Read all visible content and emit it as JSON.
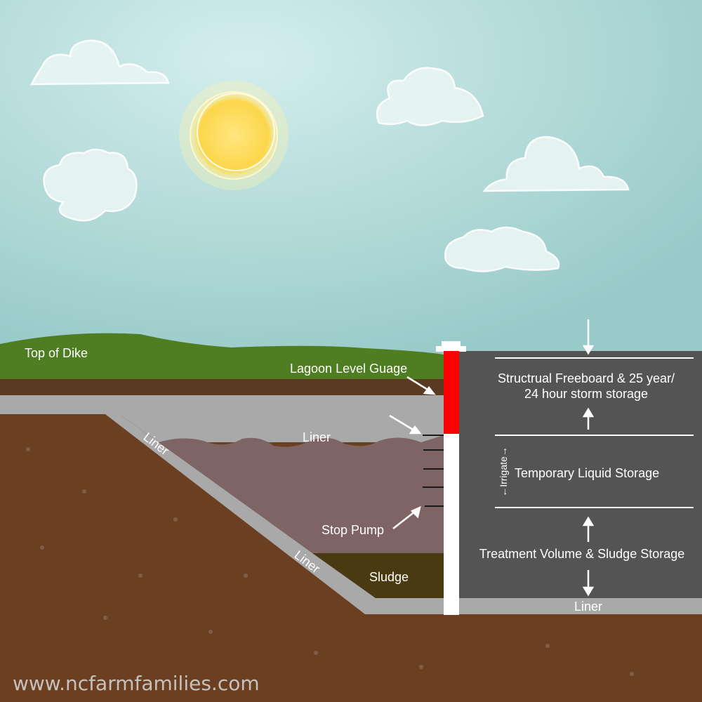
{
  "labels": {
    "top_of_dike": "Top of Dike",
    "lagoon_level_gauge": "Lagoon Level Guage",
    "liner_top": "Liner",
    "liner_slope_upper": "Liner",
    "liner_slope_lower": "Liner",
    "liner_bottom": "Liner",
    "stop_pump": "Stop Pump",
    "sludge": "Sludge",
    "freeboard_line1": "Structrual Freeboard & 25 year/",
    "freeboard_line2": "24 hour storm storage",
    "temporary_storage": "Temporary Liquid Storage",
    "irrigate": "←Irrigate→",
    "treatment_volume": "Treatment Volume & Sludge Storage"
  },
  "watermark": "www.ncfarmfamilies.com",
  "colors": {
    "sky": "#a9d6d4",
    "grass": "#4e7d22",
    "soil": "#6b3f22",
    "liner": "#a9a9a9",
    "liquid": "#7e6464",
    "sludge": "#4a3a12",
    "gauge_red": "#ff0000",
    "panel": "#545454"
  }
}
